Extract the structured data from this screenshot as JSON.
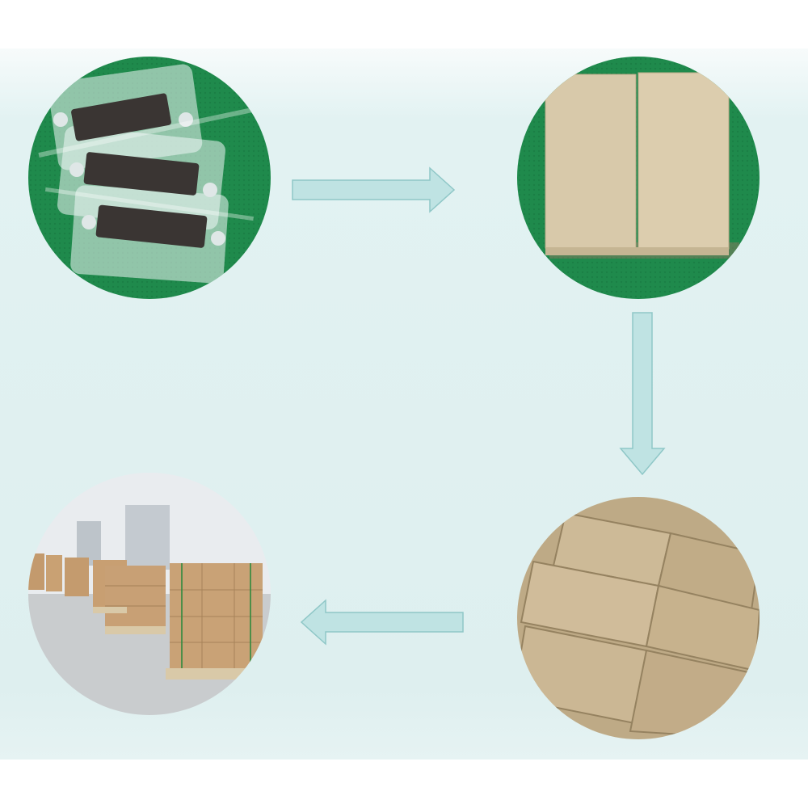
{
  "colors": {
    "panel_background": "#deefef",
    "arrow_fill": "#bfe3e3",
    "arrow_stroke": "#8fc7c7",
    "cardboard": "#d8c29f",
    "carpet_green": "#1f8a4c",
    "plastic_bag": "#e8f0f0"
  },
  "steps": [
    {
      "order": 1,
      "depicts": "bagged-product"
    },
    {
      "order": 2,
      "depicts": "boxed-product"
    },
    {
      "order": 3,
      "depicts": "cartons-packed"
    },
    {
      "order": 4,
      "depicts": "palletized-warehouse"
    }
  ],
  "arrows": [
    {
      "from": 1,
      "to": 2,
      "direction": "right"
    },
    {
      "from": 2,
      "to": 3,
      "direction": "down"
    },
    {
      "from": 3,
      "to": 4,
      "direction": "left"
    }
  ]
}
